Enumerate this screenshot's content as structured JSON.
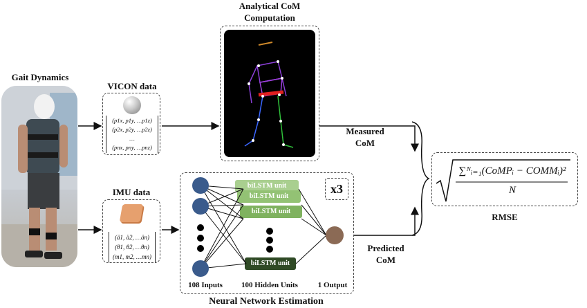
{
  "labels": {
    "gait_dynamics": "Gait Dynamics",
    "vicon_data": "VICON data",
    "imu_data": "IMU data",
    "analytical_line1": "Analytical CoM",
    "analytical_line2": "Computation",
    "measured_line1": "Measured",
    "measured_line2": "CoM",
    "predicted_line1": "Predicted",
    "predicted_line2": "CoM",
    "rmse": "RMSE",
    "nn_estimation": "Neural Network Estimation",
    "inputs": "108 Inputs",
    "hidden": "100 Hidden Units",
    "output": "1 Output",
    "repeat": "x3",
    "lstm_unit": "biLSTM unit"
  },
  "vicon_matrix": [
    "(p1x, p1y, …p1z)",
    "(p2x, p2y, …p2z)",
    "…",
    "(pnx, pny, …pnz)"
  ],
  "imu_matrix": [
    "(ä1, ä2, …än)",
    "(θ1, θ2, …θn)",
    "(m1, m2, …mn)"
  ],
  "formula": {
    "numerator": "∑ᴺᵢ₌₁(CoMPᵢ − COMMᵢ)²",
    "denominator": "N"
  },
  "colors": {
    "input_node": "#3a5b8c",
    "output_node": "#8b6a55",
    "lstm_light": "#a9cf8f",
    "lstm_mid": "#7fb25f",
    "lstm_dark": "#2f4a25",
    "skeleton_bg": "#000000"
  }
}
